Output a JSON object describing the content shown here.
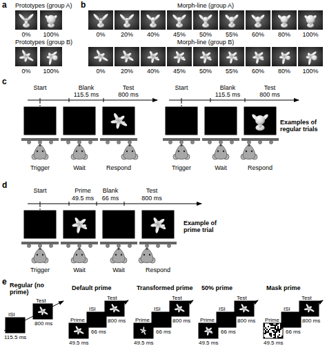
{
  "diagram": {
    "labels": [
      "a",
      "Prototypes (group A)",
      "0%",
      "100%",
      "Prototypes (group B)",
      "0%",
      "100%",
      "b",
      "Morph-line (group A)",
      "0%",
      "20%",
      "40%",
      "45%",
      "50%",
      "55%",
      "60%",
      "80%",
      "100%",
      "Morph-line (group B)",
      "0%",
      "20%",
      "40%",
      "45%",
      "50%",
      "55%",
      "60%",
      "80%",
      "100%",
      "c",
      "Start",
      "Blank",
      "Test",
      "115.5 ms",
      "800 ms",
      "Start",
      "Blank",
      "Test",
      "115.5 ms",
      "800 ms",
      "Trigger",
      "Wait",
      "Respond",
      "Trigger",
      "Wait",
      "Respond",
      "Examples of regular trials",
      "d",
      "Start",
      "Prime",
      "Blank",
      "Test",
      "49.5 ms",
      "66 ms",
      "800 ms",
      "Trigger",
      "Wait",
      "Wait",
      "Respond",
      "Example of prime trial",
      "e",
      "Regular (no prime)",
      "ISI",
      "Test",
      "115.5 ms",
      "800 ms",
      "Default prime",
      "Prime",
      "ISI",
      "Test",
      "49.5 ms",
      "66 ms",
      "800 ms",
      "Transformed prime",
      "Prime",
      "ISI",
      "Test",
      "49.5 ms",
      "66 ms",
      "800 ms",
      "50% prime",
      "Prime",
      "ISI",
      "Test",
      "49.5 ms",
      "66 ms",
      "800 ms",
      "Mask prime",
      "Prime",
      "ISI",
      "Test",
      "49.5 ms",
      "66 ms",
      "800 ms"
    ]
  }
}
